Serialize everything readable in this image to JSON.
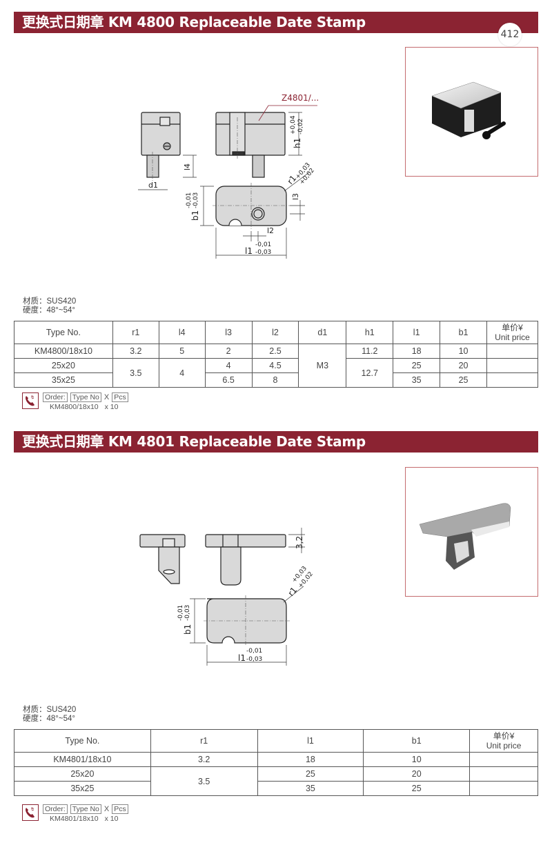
{
  "page_number": "412",
  "accent_color": "#8b2332",
  "sections": [
    {
      "title": "更换式日期章 KM 4800 Replaceable Date Stamp",
      "drawing": {
        "callout": "Z4801/...",
        "labels": {
          "d1": "d1",
          "l4": "l4",
          "h1": "h1",
          "h1_tol_upper": "+0,04",
          "h1_tol_lower": "-0,02",
          "r1": "r1",
          "r1_tol_upper": "+0,03",
          "r1_tol_lower": "+0,02",
          "b1": "b1",
          "b1_tol_upper": "-0,01",
          "b1_tol_lower": "-0,03",
          "l3": "l3",
          "l2": "l2",
          "l1": "l1",
          "l1_tol_upper": "-0,01",
          "l1_tol_lower": "-0,03"
        }
      },
      "material": "材质：SUS420",
      "hardness": "硬度：48°~54°",
      "table": {
        "headers": [
          "Type No.",
          "r1",
          "l4",
          "l3",
          "l2",
          "d1",
          "h1",
          "l1",
          "b1"
        ],
        "price_header_cn": "单价¥",
        "price_header_en": "Unit price",
        "rows": [
          {
            "type": "KM4800/18x10",
            "r1": "3.2",
            "l4": "5",
            "l3": "2",
            "l2": "2.5",
            "d1": "M3",
            "h1": "11.2",
            "l1": "18",
            "b1": "10",
            "price": ""
          },
          {
            "type": "25x20",
            "r1": "3.5",
            "l4": "4",
            "l3": "4",
            "l2": "4.5",
            "d1": "M3",
            "h1": "12.7",
            "l1": "25",
            "b1": "20",
            "price": ""
          },
          {
            "type": "35x25",
            "r1": "3.5",
            "l4": "4",
            "l3": "6.5",
            "l2": "8",
            "d1": "M3",
            "h1": "12.7",
            "l1": "35",
            "b1": "25",
            "price": ""
          }
        ]
      },
      "order": {
        "order_label": "Order:",
        "type_label": "Type No",
        "times": "X",
        "pcs_label": "Pcs",
        "example_type": "KM4800/18x10",
        "example_qty": "x 10"
      }
    },
    {
      "title": "更换式日期章 KM 4801 Replaceable Date Stamp",
      "drawing": {
        "labels": {
          "thickness": "3,2",
          "r1": "r1",
          "r1_tol_upper": "+0,03",
          "r1_tol_lower": "+0,02",
          "b1": "b1",
          "b1_tol_upper": "-0,01",
          "b1_tol_lower": "-0,03",
          "l1": "l1",
          "l1_tol_upper": "-0,01",
          "l1_tol_lower": "-0,03"
        }
      },
      "material": "材质：SUS420",
      "hardness": "硬度：48°~54°",
      "table": {
        "headers": [
          "Type No.",
          "r1",
          "l1",
          "b1"
        ],
        "price_header_cn": "单价¥",
        "price_header_en": "Unit price",
        "rows": [
          {
            "type": "KM4801/18x10",
            "r1": "3.2",
            "l1": "18",
            "b1": "10",
            "price": ""
          },
          {
            "type": "25x20",
            "r1": "3.5",
            "l1": "25",
            "b1": "20",
            "price": ""
          },
          {
            "type": "35x25",
            "r1": "3.5",
            "l1": "35",
            "b1": "25",
            "price": ""
          }
        ]
      },
      "order": {
        "order_label": "Order:",
        "type_label": "Type No",
        "times": "X",
        "pcs_label": "Pcs",
        "example_type": "KM4801/18x10",
        "example_qty": "x 10"
      }
    }
  ]
}
